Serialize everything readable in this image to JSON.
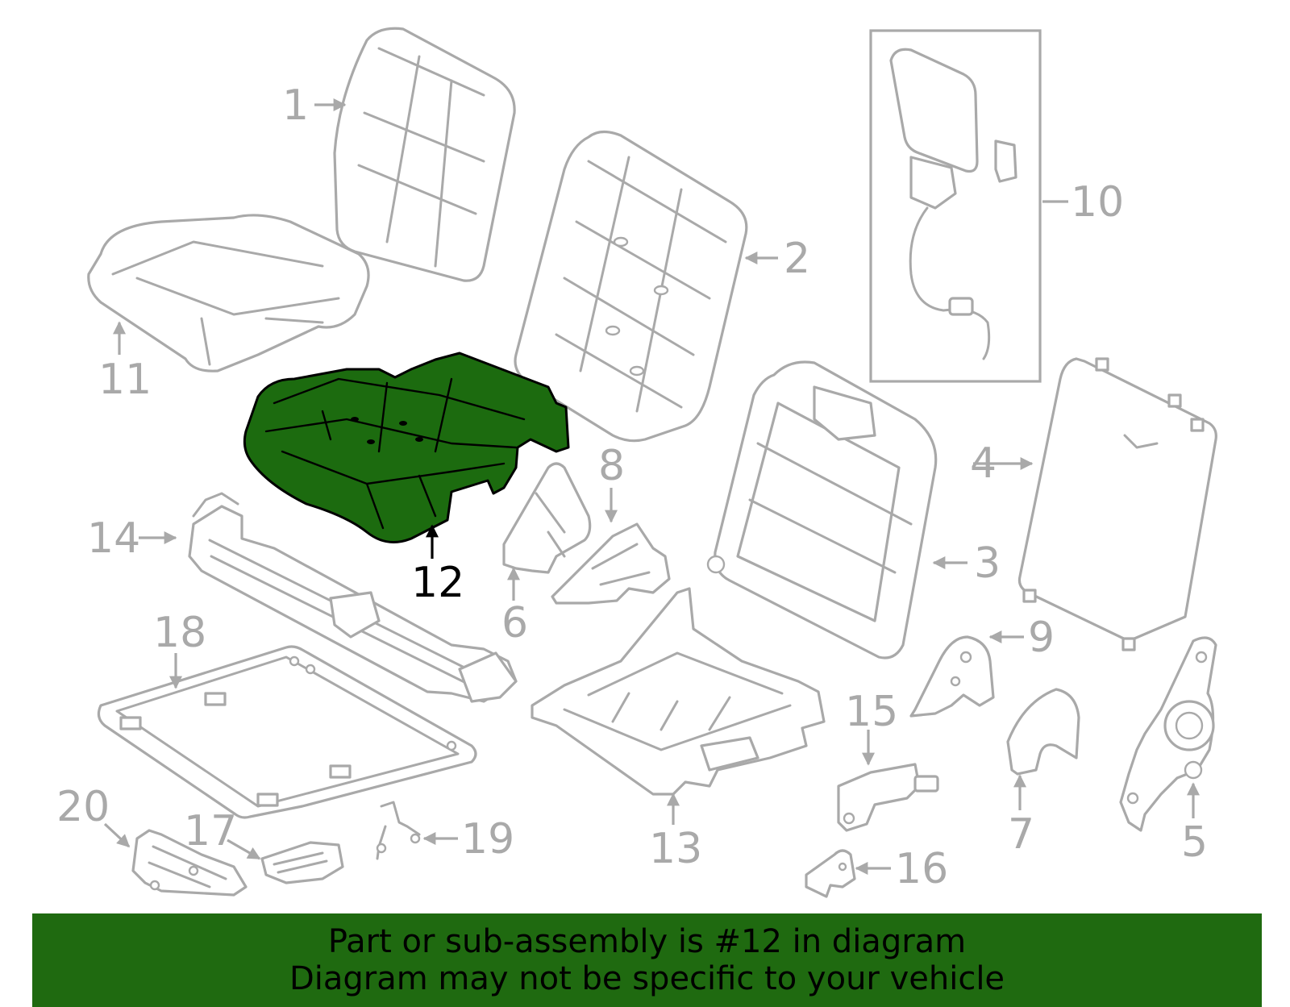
{
  "diagram": {
    "highlighted_part": "12",
    "callouts": [
      "1",
      "2",
      "3",
      "4",
      "5",
      "6",
      "7",
      "8",
      "9",
      "10",
      "11",
      "12",
      "13",
      "14",
      "15",
      "16",
      "17",
      "18",
      "19",
      "20"
    ]
  },
  "banner": {
    "line1": "Part or sub-assembly is #12 in diagram",
    "line2": "Diagram may not be specific to your vehicle",
    "background": "#1f6a10"
  },
  "colors": {
    "highlight_fill": "#1c6b0f",
    "part_stroke": "#a9a9a9"
  }
}
